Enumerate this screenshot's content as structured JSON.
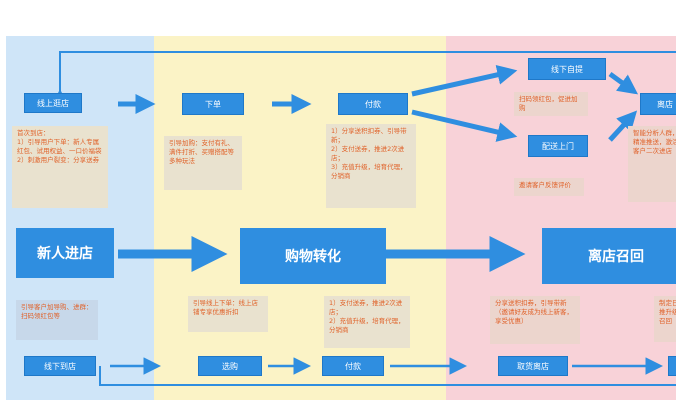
{
  "top": {
    "online_store": "线上逛店",
    "order": "下单",
    "pay": "付款",
    "self_pickup": "线下自提",
    "delivery": "配送上门",
    "leave_store_right": "离店"
  },
  "notes_top": {
    "online_store": "首次到店：\n1）引导用户下单：新人专属红包、试用权益、一口价福袋\n2）刺激用户裂变：分享送券",
    "order": "引导加购：支付有礼、满件打折、买赠搭配等多种玩法",
    "pay": "1）分享送积扣券、引导带新；\n2）支付送券，推进2次进店；\n3）充值升级，培育代理，分销商",
    "self_pickup": "扫码领红包，促进加购",
    "delivery": "邀请客户反馈评价",
    "right": "智能分析人群，精准推送，激活客户二次进店"
  },
  "mid": {
    "new_customer": "新人进店",
    "conversion": "购物转化",
    "recall": "离店召回"
  },
  "notes_bottom": {
    "offline_store": "引导客户加导购、进群：扫码领红包等",
    "browse": "引导线上下单：线上店铺专享优惠折扣",
    "pay": "1）支付送券，推进2次进店；\n2）充值升级，培育代理，分销商",
    "leave": "分享送积扣券，引导带新（邀请好友成为线上新客，享受优惠）",
    "right": "制定日推升级召回"
  },
  "bottom": {
    "offline_store": "线下到店",
    "browse": "选购",
    "pay": "付款",
    "leave": "取货离店"
  }
}
